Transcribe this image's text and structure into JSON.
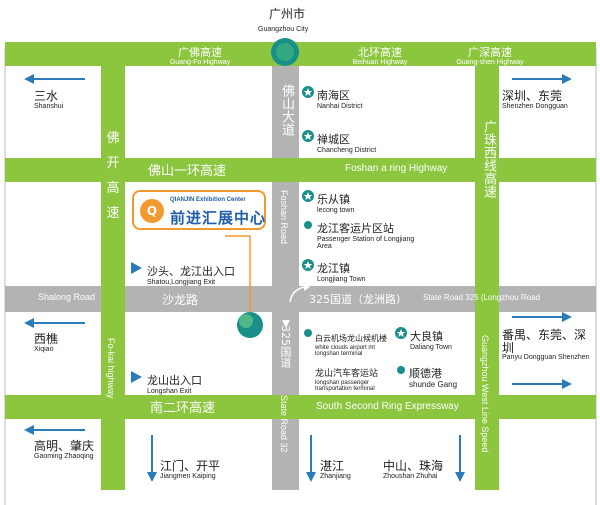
{
  "city_top": {
    "cn": "广州市",
    "en": "Guangzhou City"
  },
  "highways": {
    "guangfo": {
      "cn": "广佛高速",
      "en": "Guang-Fo Highway"
    },
    "beihuan": {
      "cn": "北环高速",
      "en": "Beihuan Highway"
    },
    "guangshen": {
      "cn": "广深高速",
      "en": "Guang-shen Highway"
    },
    "foshan_ring": {
      "cn": "佛山一环高速",
      "en": "Foshan a ring Highway"
    },
    "south_second_ring": {
      "cn": "南二环高速",
      "en": "South Second Ring Expressway"
    },
    "foshan_road_cn": "佛山大道",
    "foshan_road_en": "Foshan Road",
    "fokai_cn": [
      "佛",
      "开",
      "高",
      "速"
    ],
    "fokai_en": "Fo-kai highway",
    "guangzhu_cn": "广珠西线高速",
    "guangzhu_en": "Guangzhou West Line Speed",
    "shalong_cn": "沙龙路",
    "shalong_en": "Shalong Road",
    "sr325_cn": "325国道（龙洲路）",
    "sr325_en": "State Road 325 (Longzhou Road",
    "sr325_vertical_cn": "325国道",
    "sr32_en": "State Road 32"
  },
  "directions": {
    "sanshui": {
      "cn": "三水",
      "en": "Shanshui"
    },
    "shenzhen_dongguan": {
      "cn": "深圳、东莞",
      "en": "Shenzhen Dongguan"
    },
    "xiqiao": {
      "cn": "西樵",
      "en": "Xiqiao"
    },
    "panyu": {
      "cn": "番禺、东莞、深圳",
      "en": "Panyu Dongguan Shenzhen"
    },
    "gaoming": {
      "cn": "高明、肇庆",
      "en": "Gaoming Zhaoqing"
    },
    "jiangmen": {
      "cn": "江门、开平",
      "en": "Jiangmen  Kaiping"
    },
    "zhanjiang": {
      "cn": "湛江",
      "en": "Zhanjiang"
    },
    "zhongshan": {
      "cn": "中山、珠海",
      "en": "Zhoushan Zhuhai"
    }
  },
  "districts": {
    "nanhai": {
      "cn": "南海区",
      "en": "Nanhai District"
    },
    "chancheng": {
      "cn": "禅城区",
      "en": "Chancheng District"
    },
    "lecong": {
      "cn": "乐从镇",
      "en": "lecong town"
    },
    "longjiang_station": {
      "cn": "龙江客运片区站",
      "en": "Passenger Station of Longjiang Area"
    },
    "longjiang_town": {
      "cn": "龙江镇",
      "en": "Longjiang Town"
    },
    "baiyun": {
      "cn": "白云机场龙山候机楼",
      "en": "white clouds airport mt longshan terminal"
    },
    "daliang": {
      "cn": "大良镇",
      "en": "Daliang Town"
    },
    "longshan_station": {
      "cn": "龙山汽车客运站",
      "en": "longshan passenger transportation terminal"
    },
    "shunde": {
      "cn": "顺德港",
      "en": "shunde Gang"
    }
  },
  "exits": {
    "shatou": {
      "cn": "沙头、龙江出入口",
      "en": "Shatou,Longjiang Exit"
    },
    "longshan": {
      "cn": "龙山出入口",
      "en": "Longshan  Exit"
    }
  },
  "logo": {
    "en": "QIANJIN Exhibition Center",
    "cn": "前进汇展中心",
    "mark": "Q"
  },
  "colors": {
    "road_green": "#8cc63f",
    "road_grey": "#b3b3b3",
    "arrow_blue": "#2b7bb9",
    "logo_orange": "#f29a30",
    "logo_blue": "#1d5ea8",
    "marker_teal": "#1a8f8a"
  }
}
